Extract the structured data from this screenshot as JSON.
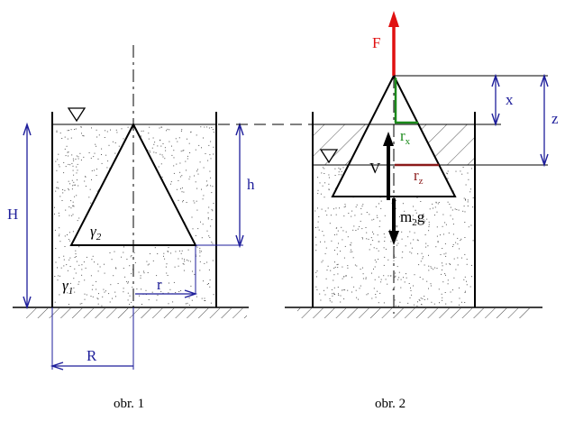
{
  "colors": {
    "ink": "#000000",
    "dimension": "#1e1e9b",
    "force": "#e01010",
    "radius_x": "#1a8a1a",
    "radius_z": "#8b1a1a",
    "hatch": "#444444"
  },
  "figure1": {
    "caption": "obr. 1",
    "label_H": "H",
    "label_h": "h",
    "label_R": "R",
    "label_r": "r",
    "gamma2": {
      "base": "γ",
      "sub": "2"
    },
    "gamma1": {
      "base": "γ",
      "sub": "1"
    }
  },
  "figure2": {
    "caption": "obr. 2",
    "label_F": "F",
    "label_x": "x",
    "label_z": "z",
    "label_V": "V",
    "rx": {
      "base": "r",
      "sub": "x"
    },
    "rz": {
      "base": "r",
      "sub": "z"
    },
    "m2g": {
      "pre": "m",
      "sub": "2",
      "post": "g"
    }
  }
}
